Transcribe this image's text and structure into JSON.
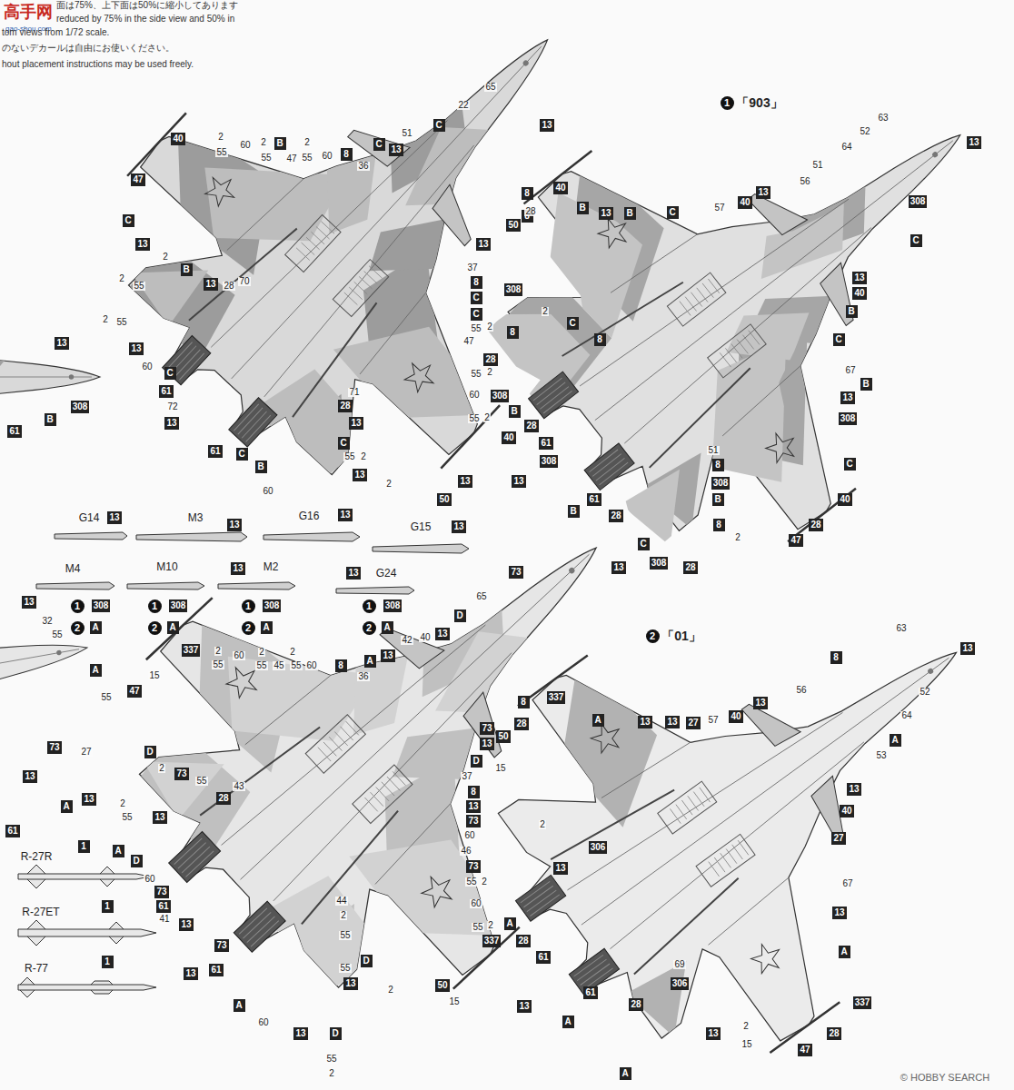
{
  "diagram": {
    "labels": [
      "高手网",
      "gao-shou.com",
      "面は75%、上下面は50%に縮小してあります",
      "reduced by 75% in the side view and 50% in",
      "tom views from 1/72 scale.",
      "のないデカールは自由にお使いください。",
      "hout placement instructions may be used freely.",
      "40",
      "2",
      "55",
      "60",
      "2",
      "B",
      "2",
      "55",
      "47",
      "55",
      "60",
      "8",
      "36",
      "C",
      "13",
      "51",
      "C",
      "22",
      "65",
      "13",
      "47",
      "C",
      "13",
      "2",
      "B",
      "2",
      "55",
      "13",
      "28",
      "70",
      "2",
      "55",
      "13",
      "60",
      "C",
      "61",
      "72",
      "13",
      "61",
      "C",
      "B",
      "60",
      "8",
      "8",
      "13",
      "37",
      "8",
      "C",
      "C",
      "55",
      "2",
      "47",
      "28",
      "55",
      "2",
      "308",
      "60",
      "B",
      "55",
      "2",
      "40",
      "13",
      "50",
      "2",
      "13",
      "55",
      "2",
      "C",
      "71",
      "28",
      "13",
      "13",
      "308",
      "B",
      "61",
      "1",
      "「903」",
      "13",
      "63",
      "52",
      "64",
      "51",
      "56",
      "308",
      "C",
      "40",
      "B",
      "13",
      "B",
      "C",
      "57",
      "40",
      "13",
      "28",
      "50",
      "308",
      "2",
      "C",
      "8",
      "8",
      "13",
      "40",
      "B",
      "C",
      "67",
      "B",
      "13",
      "308",
      "28",
      "61",
      "308",
      "13",
      "B",
      "61",
      "28",
      "51",
      "8",
      "308",
      "B",
      "8",
      "C",
      "308",
      "28",
      "2",
      "47",
      "28",
      "40",
      "C",
      "G14",
      "13",
      "M3",
      "13",
      "G16",
      "13",
      "G15",
      "13",
      "M4",
      "M10",
      "13",
      "M2",
      "13",
      "G24",
      "1",
      "308",
      "2",
      "A",
      "1",
      "308",
      "2",
      "A",
      "1",
      "308",
      "2",
      "A",
      "1",
      "308",
      "2",
      "A",
      "13",
      "32",
      "55",
      "A",
      "55",
      "73",
      "27",
      "13",
      "A",
      "13",
      "61",
      "R-27R",
      "1",
      "R-27ET",
      "1",
      "R-77",
      "1",
      "73",
      "65",
      "D",
      "13",
      "40",
      "42",
      "13",
      "A",
      "36",
      "8",
      "60",
      "55",
      "45",
      "55",
      "2",
      "2",
      "2",
      "55",
      "60",
      "337",
      "15",
      "47",
      "13",
      "8",
      "337",
      "28",
      "50",
      "15",
      "73",
      "13",
      "D",
      "37",
      "8",
      "13",
      "73",
      "60",
      "46",
      "73",
      "55",
      "2",
      "60",
      "55",
      "2",
      "337",
      "50",
      "15",
      "2",
      "13",
      "D",
      "55",
      "44",
      "2",
      "55",
      "28",
      "43",
      "2",
      "55",
      "13",
      "A",
      "D",
      "60",
      "73",
      "61",
      "41",
      "13",
      "13",
      "73",
      "61",
      "A",
      "60",
      "13",
      "D",
      "55",
      "2",
      "D",
      "2",
      "73",
      "55",
      "2",
      "「01」",
      "13",
      "63",
      "8",
      "56",
      "52",
      "64",
      "A",
      "53",
      "13",
      "57",
      "40",
      "27",
      "13",
      "13",
      "A",
      "2",
      "13",
      "40",
      "27",
      "67",
      "13",
      "306",
      "13",
      "A",
      "28",
      "61",
      "69",
      "306",
      "A",
      "337",
      "28",
      "47",
      "15",
      "2",
      "13",
      "28",
      "61",
      "13",
      "A",
      "A",
      "© HOBBY SEARCH"
    ]
  }
}
